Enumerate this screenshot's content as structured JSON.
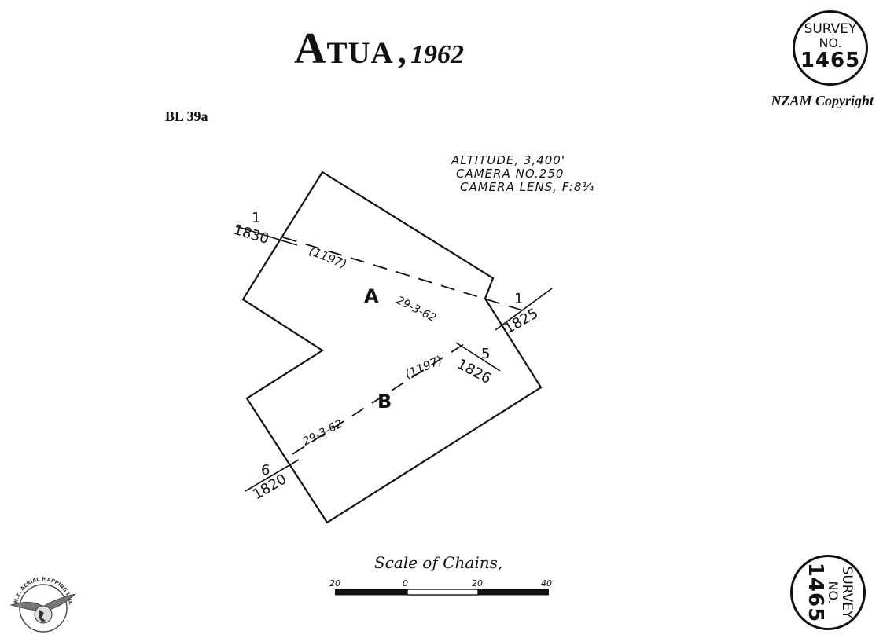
{
  "title": {
    "place": "Atua",
    "separator": ",",
    "year": "1962"
  },
  "sheet_label": "BL 39a",
  "copyright": "NZAM Copyright",
  "stamps": [
    {
      "word": "SURVEY",
      "no": "NO.",
      "number": "1465"
    },
    {
      "word": "SURVEY",
      "no": "NO.",
      "number": "1465"
    }
  ],
  "flight_notes": [
    "ALTITUDE, 3,400'",
    "CAMERA NO.250",
    "CAMERA LENS, F:8¼"
  ],
  "runs": [
    {
      "label": "A",
      "date": "29-3-62",
      "run_number": "(1197)"
    },
    {
      "label": "B",
      "date": "29-3-62",
      "run_number": "(1197)"
    }
  ],
  "photo_markers": [
    {
      "top": "1",
      "bottom": "1830"
    },
    {
      "top": "1",
      "bottom": "1825"
    },
    {
      "top": "5",
      "bottom": "1826"
    },
    {
      "top": "6",
      "bottom": "1820"
    }
  ],
  "scale": {
    "title": "Scale of Chains,",
    "ticks": [
      "20",
      "0",
      "20",
      "40"
    ]
  },
  "logo_text": "N.Z. AERIAL MAPPING LTD.",
  "colors": {
    "ink": "#111111",
    "paper": "#ffffff"
  }
}
